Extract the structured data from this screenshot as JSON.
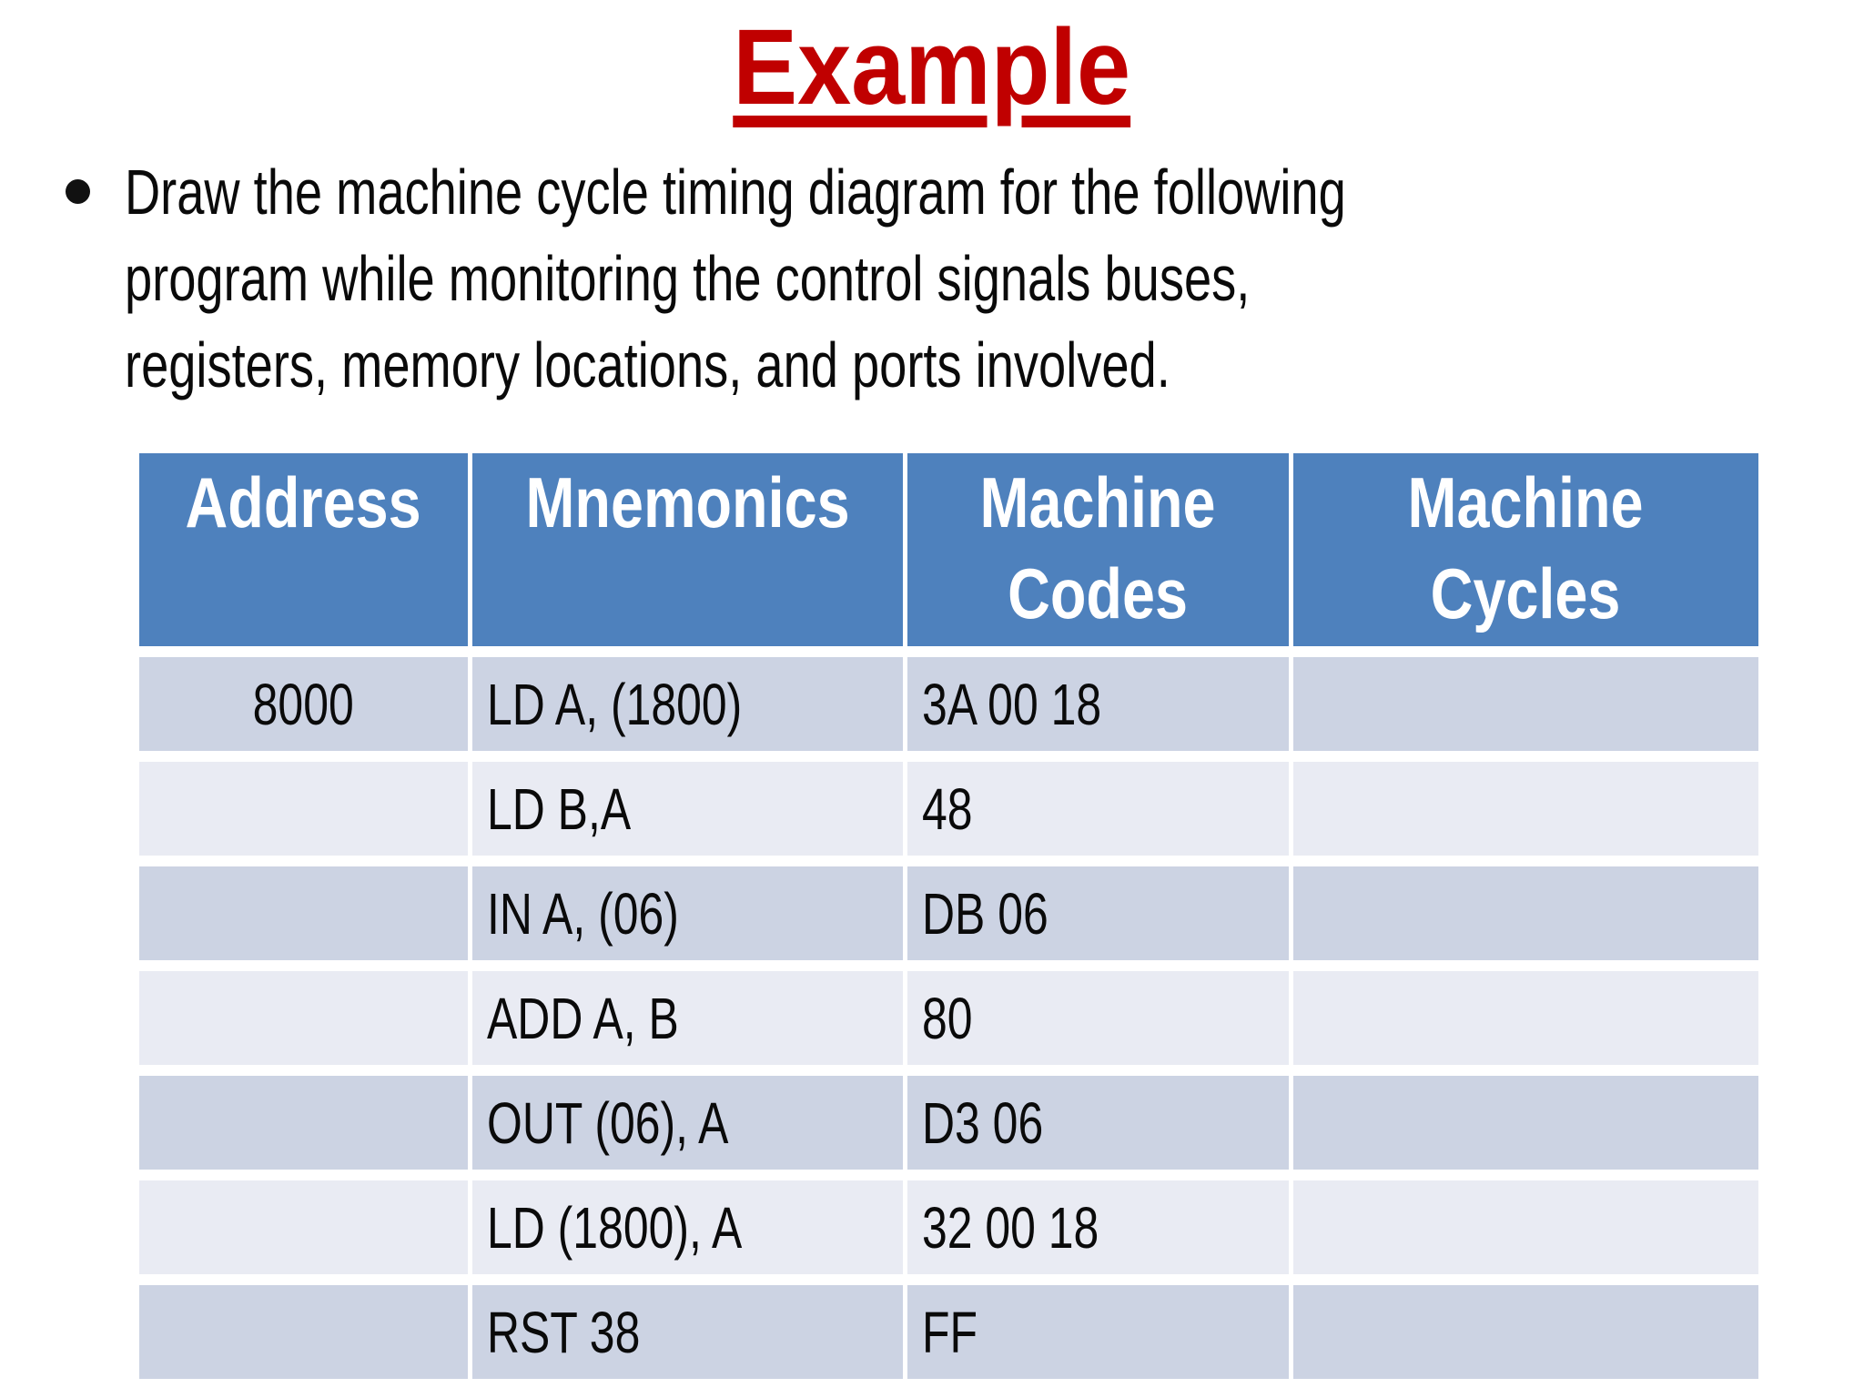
{
  "slide": {
    "title": "Example",
    "title_color": "#C00000",
    "bullet": {
      "lines": [
        "Draw the machine cycle timing diagram for the following",
        "program while monitoring the control signals buses,",
        "registers, memory locations, and ports involved."
      ]
    }
  },
  "table": {
    "colors": {
      "header_bg": "#4E81BD",
      "header_text": "#FFFFFF",
      "band_dark": "#CCD3E3",
      "band_light": "#E9EBF3",
      "grid_lines": "#FFFFFF"
    },
    "headers": [
      {
        "line1": "Address",
        "line2": ""
      },
      {
        "line1": "Mnemonics",
        "line2": ""
      },
      {
        "line1": "Machine",
        "line2": "Codes"
      },
      {
        "line1": "Machine",
        "line2": "Cycles"
      }
    ],
    "rows": [
      {
        "address": "8000",
        "mnemonic": "LD A, (1800)",
        "machine_code": "3A 00 18",
        "machine_cycles": ""
      },
      {
        "address": "",
        "mnemonic": "LD B,A",
        "machine_code": "48",
        "machine_cycles": ""
      },
      {
        "address": "",
        "mnemonic": "IN A, (06)",
        "machine_code": "DB 06",
        "machine_cycles": ""
      },
      {
        "address": "",
        "mnemonic": "ADD A, B",
        "machine_code": "80",
        "machine_cycles": ""
      },
      {
        "address": "",
        "mnemonic": "OUT (06), A",
        "machine_code": "D3 06",
        "machine_cycles": ""
      },
      {
        "address": "",
        "mnemonic": "LD (1800), A",
        "machine_code": "32 00 18",
        "machine_cycles": ""
      },
      {
        "address": "",
        "mnemonic": "RST 38",
        "machine_code": "FF",
        "machine_cycles": ""
      }
    ]
  }
}
